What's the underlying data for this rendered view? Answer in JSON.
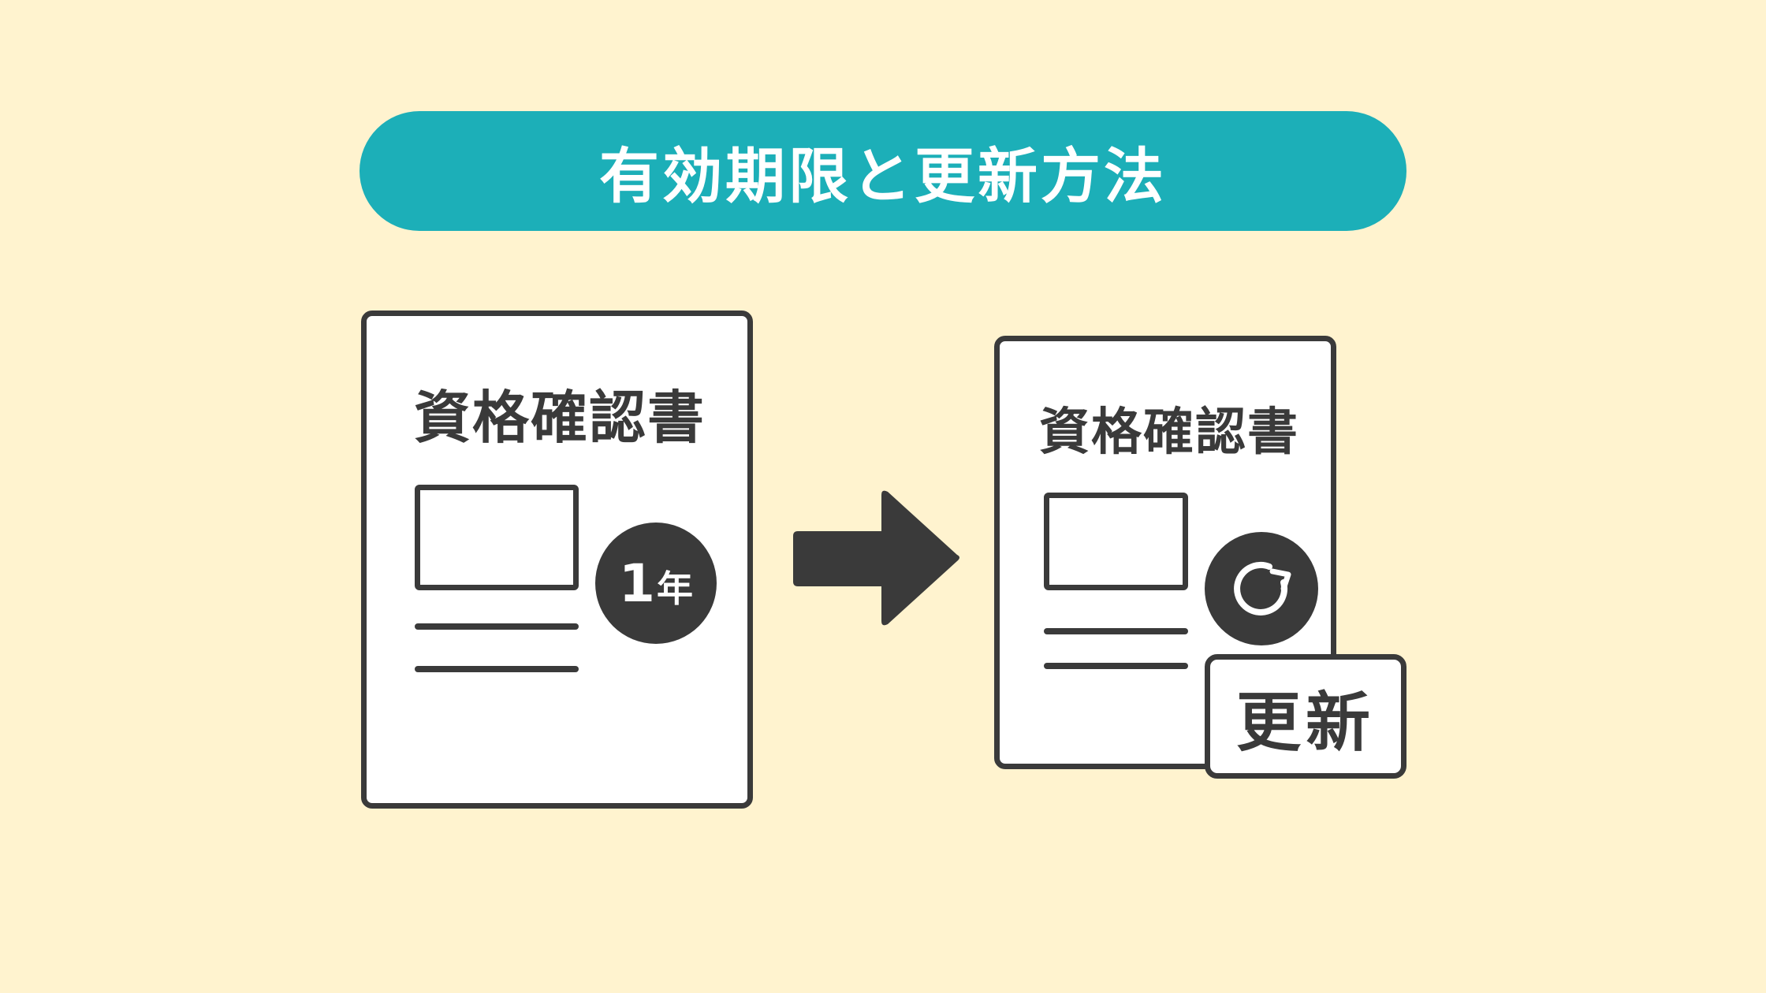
{
  "header": {
    "title": "有効期限と更新方法"
  },
  "before_card": {
    "title": "資格確認書",
    "validity_number": "1",
    "validity_unit": "年"
  },
  "after_card": {
    "title": "資格確認書",
    "icon": "refresh-icon",
    "badge_label": "更新"
  },
  "colors": {
    "background": "#FFF3CF",
    "banner": "#1CAFB8",
    "banner_text": "#FFFFFF",
    "ink": "#3A3A3A",
    "card": "#FFFFFF"
  }
}
